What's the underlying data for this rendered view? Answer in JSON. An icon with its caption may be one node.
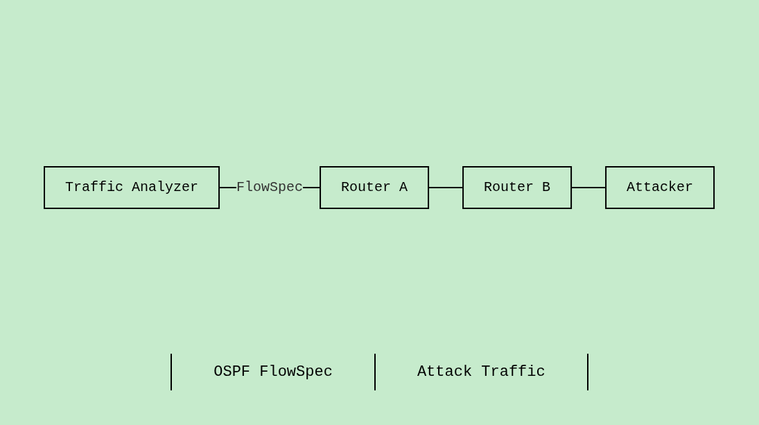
{
  "diagram": {
    "nodes": [
      {
        "text": [
          "Traffic Analyzer"
        ]
      },
      {
        "text": [
          "Router A"
        ]
      },
      {
        "text": [
          "Router B"
        ]
      },
      {
        "text": [
          "Attacker"
        ]
      }
    ],
    "edges": [
      {
        "from": 0,
        "to": 1,
        "arrow": "none",
        "label": "FlowSpec"
      },
      {
        "from": 1,
        "to": 2,
        "arrow": "none"
      },
      {
        "from": 2,
        "to": 3,
        "arrow": "none"
      }
    ],
    "labels": [
      "OSPF FlowSpec",
      "Attack Traffic"
    ]
  }
}
